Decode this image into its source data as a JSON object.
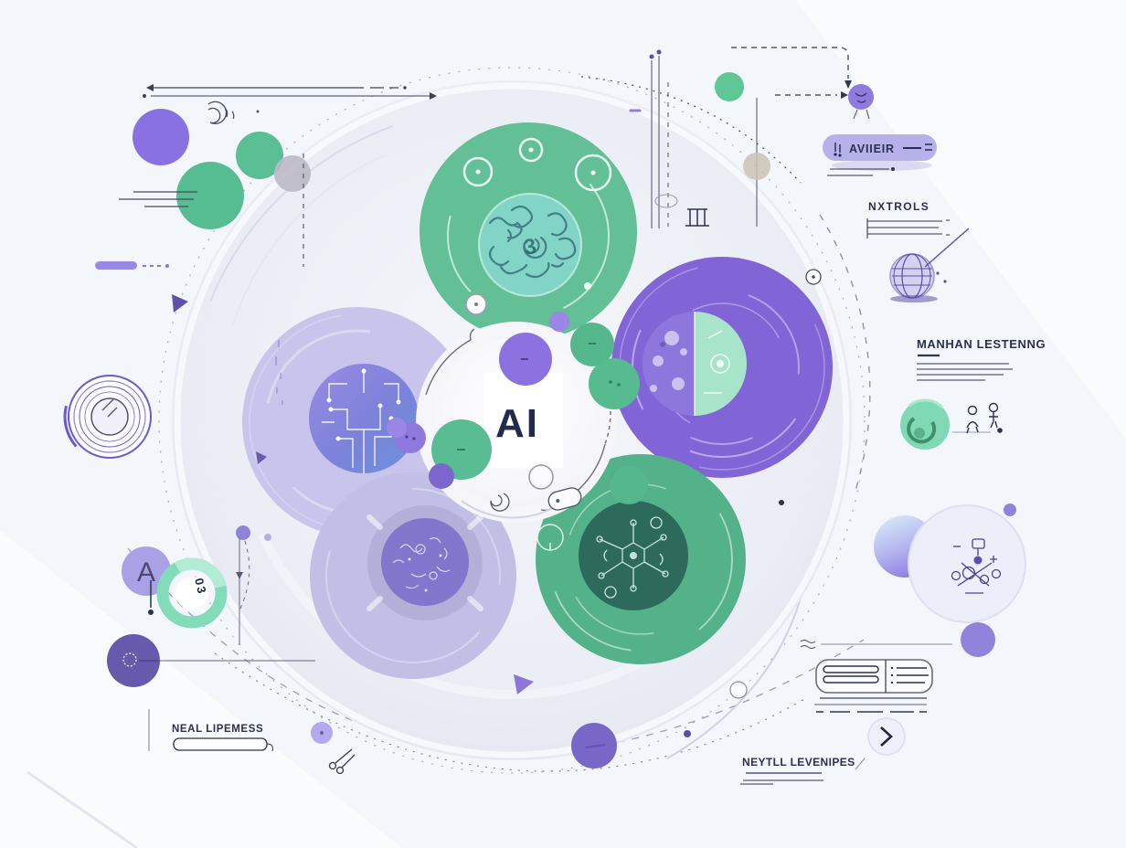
{
  "canvas": {
    "background": "#f3f6fb"
  },
  "center": {
    "label": "AI"
  },
  "labels": {
    "pill": "AVIIEIR",
    "controls": "NXTROLS",
    "machine_learning": "MANHAN LESTENNG",
    "neural_levels": "NEYTLL LEVENIPES",
    "neural_lines": "NEAL LIPEMESS"
  },
  "badges": {
    "ring_number": "03",
    "brain_number": "3",
    "letter_doodle": "A"
  },
  "icons": {
    "target": "concentric-circles",
    "globe": "wireframe-sphere",
    "people": "stick-figures",
    "idea": "lightbulb-blob",
    "chevron_right": "chevron-in-circle",
    "scissors": "scissors-doodle",
    "menu": "hamburger-lines",
    "grid_gate": "grill-strokes",
    "spiral": "spiral-doodle"
  },
  "palette": {
    "background": "#f3f6fb",
    "green": "#63c096",
    "green_deep": "#54b28a",
    "teal_inner": "#82d4c6",
    "teal_dark": "#2d6a5c",
    "purple": "#8165d6",
    "purple_deep": "#675ab2",
    "lavender": "#c8c4ec",
    "lavender_soft": "#c2bfe6",
    "navy": "#232b4c",
    "pill": "#b6b1ea",
    "white": "#fbfbfe"
  }
}
